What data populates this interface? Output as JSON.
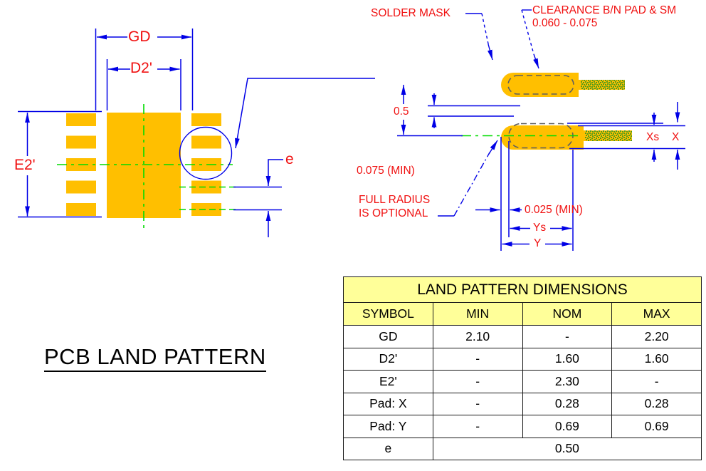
{
  "page_title": "PCB LAND PATTERN",
  "left_diagram": {
    "dim_gd": "GD",
    "dim_d2": "D2'",
    "dim_e2": "E2'",
    "dim_e": "e"
  },
  "detail_view": {
    "solder_mask_label": "SOLDER MASK",
    "clearance_label_line1": "CLEARANCE B/N PAD & SM",
    "clearance_label_line2": "0.060 - 0.075",
    "dim_mask_gap": "0.5",
    "dim_web_min": "0.075 (MIN)",
    "full_radius_line1": "FULL RADIUS",
    "full_radius_line2": "IS OPTIONAL",
    "dim_overhang_min": "0.025 (MIN)",
    "dim_ys": "Ys",
    "dim_y": "Y",
    "dim_xs": "Xs",
    "dim_x": "X"
  },
  "table": {
    "title": "LAND PATTERN DIMENSIONS",
    "headers": [
      "SYMBOL",
      "MIN",
      "NOM",
      "MAX"
    ],
    "rows": [
      {
        "symbol": "GD",
        "min": "2.10",
        "nom": "-",
        "max": "2.20"
      },
      {
        "symbol": "D2'",
        "min": "-",
        "nom": "1.60",
        "max": "1.60"
      },
      {
        "symbol": "E2'",
        "min": "-",
        "nom": "2.30",
        "max": "-"
      },
      {
        "symbol": "Pad: X",
        "min": "-",
        "nom": "0.28",
        "max": "0.28"
      },
      {
        "symbol": "Pad: Y",
        "min": "-",
        "nom": "0.69",
        "max": "0.69"
      },
      {
        "symbol": "e",
        "merged_value": "0.50"
      }
    ]
  },
  "colors": {
    "pad_orange": "#ffbf00",
    "solder_mask_green": "#4e9b1d",
    "centerline_green": "#00dc00",
    "dimension_blue": "#0000e6",
    "label_red": "#f01010",
    "table_yellow": "#ffff99"
  }
}
